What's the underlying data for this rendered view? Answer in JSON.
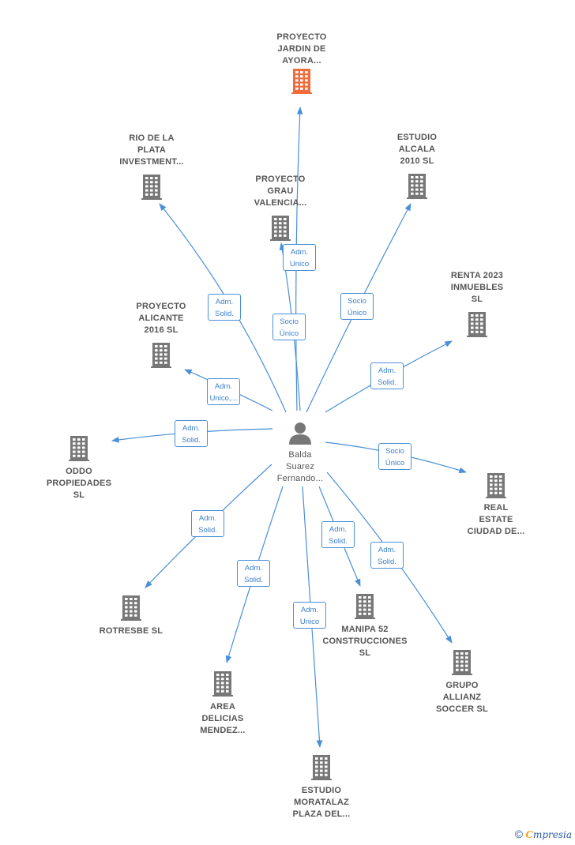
{
  "center": {
    "name_lines": [
      "Balda",
      "Suarez",
      "Fernando..."
    ],
    "icon": "person-icon",
    "color": "#777777"
  },
  "nodes": [
    {
      "id": "n0",
      "lines": [
        "PROYECTO",
        "JARDIN DE",
        "AYORA..."
      ],
      "icon": "building-icon",
      "highlight": true
    },
    {
      "id": "n1",
      "lines": [
        "RIO DE LA",
        "PLATA",
        "INVESTMENT..."
      ],
      "icon": "building-icon"
    },
    {
      "id": "n2",
      "lines": [
        "PROYECTO",
        "GRAU",
        "VALENCIA..."
      ],
      "icon": "building-icon"
    },
    {
      "id": "n3",
      "lines": [
        "ESTUDIO",
        "ALCALA",
        "2010 SL"
      ],
      "icon": "building-icon"
    },
    {
      "id": "n4",
      "lines": [
        "RENTA 2023",
        "INMUEBLES",
        "SL"
      ],
      "icon": "building-icon"
    },
    {
      "id": "n5",
      "lines": [
        "PROYECTO",
        "ALICANTE",
        "2016  SL"
      ],
      "icon": "building-icon"
    },
    {
      "id": "n6",
      "lines": [
        "ODDO",
        "PROPIEDADES",
        "SL"
      ],
      "icon": "building-icon"
    },
    {
      "id": "n7",
      "lines": [
        "REAL",
        "ESTATE",
        "CIUDAD DE..."
      ],
      "icon": "building-icon"
    },
    {
      "id": "n8",
      "lines": [
        "ROTRESBE  SL"
      ],
      "icon": "building-icon"
    },
    {
      "id": "n9",
      "lines": [
        "MANIPA 52",
        "CONSTRUCCIONES",
        "SL"
      ],
      "icon": "building-icon"
    },
    {
      "id": "n10",
      "lines": [
        "GRUPO",
        "ALLIANZ",
        "SOCCER  SL"
      ],
      "icon": "building-icon"
    },
    {
      "id": "n11",
      "lines": [
        "AREA",
        "DELICIAS",
        "MENDEZ..."
      ],
      "icon": "building-icon"
    },
    {
      "id": "n12",
      "lines": [
        "ESTUDIO",
        "MORATALAZ",
        "PLAZA DEL..."
      ],
      "icon": "building-icon"
    }
  ],
  "edges": [
    {
      "to": "n0",
      "lines": [
        "Socio",
        "Único"
      ]
    },
    {
      "to": "n1",
      "lines": [
        "Adm.",
        "Solid."
      ]
    },
    {
      "to": "n2",
      "lines": [
        "Adm.",
        "Unico"
      ]
    },
    {
      "to": "n3",
      "lines": [
        "Socio",
        "Único"
      ]
    },
    {
      "to": "n4",
      "lines": [
        "Adm.",
        "Solid."
      ]
    },
    {
      "to": "n5",
      "lines": [
        "Adm.",
        "Unico,..."
      ]
    },
    {
      "to": "n6",
      "lines": [
        "Adm.",
        "Solid."
      ]
    },
    {
      "to": "n7",
      "lines": [
        "Socio",
        "Único"
      ]
    },
    {
      "to": "n8",
      "lines": [
        "Adm.",
        "Solid."
      ]
    },
    {
      "to": "n9",
      "lines": [
        "Adm.",
        "Solid."
      ]
    },
    {
      "to": "n10",
      "lines": [
        "Adm.",
        "Solid."
      ]
    },
    {
      "to": "n11",
      "lines": [
        "Adm.",
        "Solid."
      ]
    },
    {
      "to": "n12",
      "lines": [
        "Adm.",
        "Unico"
      ]
    }
  ],
  "colors": {
    "edge": "#4a8fd8",
    "building": "#777777",
    "highlight": "#f26b3a",
    "label": "#555555"
  },
  "footer": {
    "copyright_symbol": "©",
    "brand_initial": "C",
    "brand_rest": "mpresia"
  }
}
